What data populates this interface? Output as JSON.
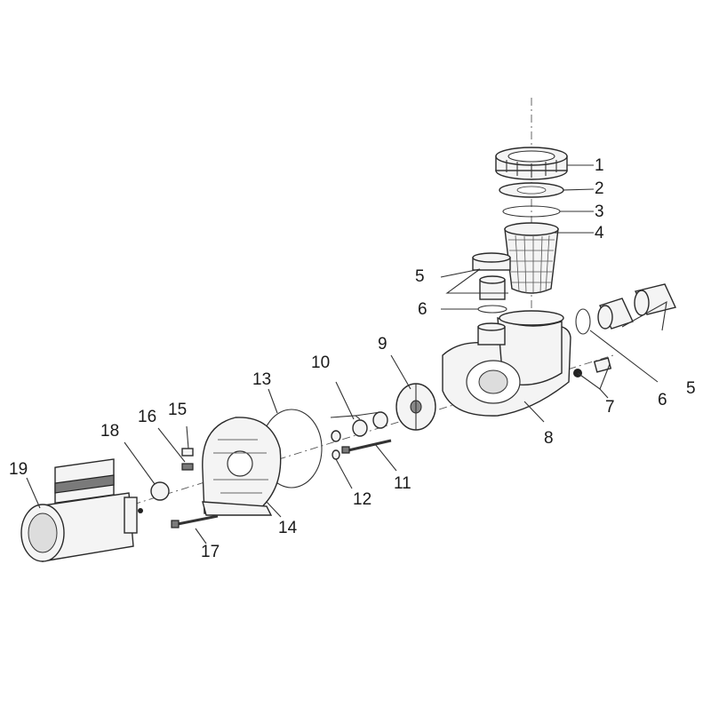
{
  "diagram": {
    "type": "exploded-parts-view",
    "callouts": [
      {
        "id": "1",
        "label": "1"
      },
      {
        "id": "2",
        "label": "2"
      },
      {
        "id": "3",
        "label": "3"
      },
      {
        "id": "4",
        "label": "4"
      },
      {
        "id": "5a",
        "label": "5"
      },
      {
        "id": "6a",
        "label": "6"
      },
      {
        "id": "5b",
        "label": "5"
      },
      {
        "id": "6b",
        "label": "6"
      },
      {
        "id": "7",
        "label": "7"
      },
      {
        "id": "8",
        "label": "8"
      },
      {
        "id": "9",
        "label": "9"
      },
      {
        "id": "10",
        "label": "10"
      },
      {
        "id": "11",
        "label": "11"
      },
      {
        "id": "12",
        "label": "12"
      },
      {
        "id": "13",
        "label": "13"
      },
      {
        "id": "14",
        "label": "14"
      },
      {
        "id": "15",
        "label": "15"
      },
      {
        "id": "16",
        "label": "16"
      },
      {
        "id": "17",
        "label": "17"
      },
      {
        "id": "18",
        "label": "18"
      },
      {
        "id": "19",
        "label": "19"
      }
    ]
  }
}
